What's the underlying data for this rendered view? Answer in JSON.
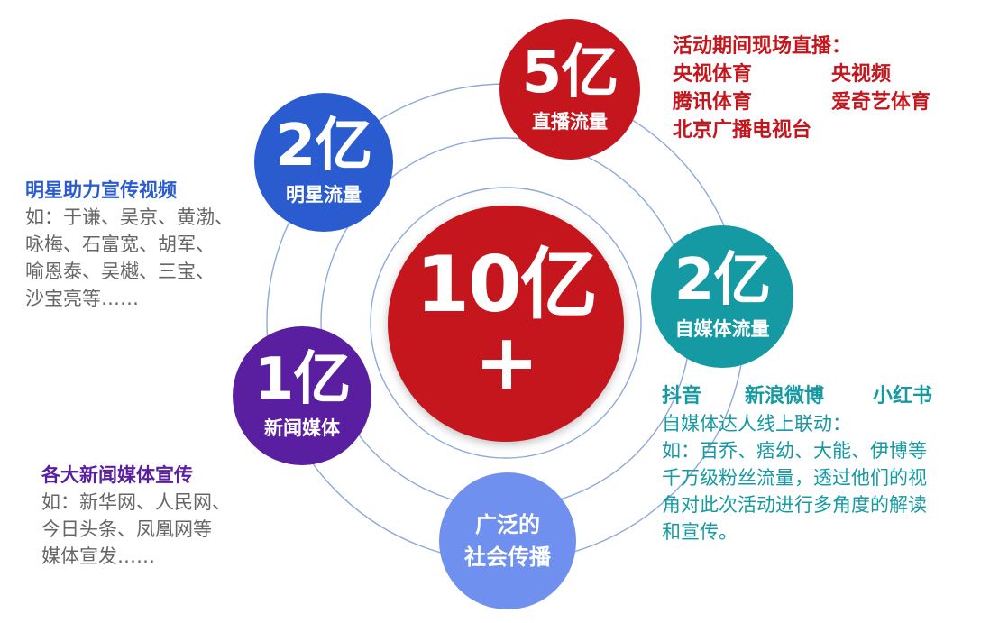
{
  "colors": {
    "red": "#c4161c",
    "blue": "#2b5ccf",
    "teal": "#159aa3",
    "purple": "#5a1fa0",
    "light_blue": "#6f90ef",
    "ring": "#8ea8dd"
  },
  "center": {
    "value": "10亿+"
  },
  "nodes": {
    "live": {
      "value": "5亿",
      "label": "直播流量"
    },
    "star": {
      "value": "2亿",
      "label": "明星流量"
    },
    "self_media": {
      "value": "2亿",
      "label": "自媒体流量"
    },
    "news": {
      "value": "1亿",
      "label": "新闻媒体"
    },
    "social": {
      "label_line1": "广泛的",
      "label_line2": "社会传播"
    }
  },
  "live_block": {
    "heading": "活动期间现场直播：",
    "channels": [
      "央视体育",
      "央视频",
      "腾讯体育",
      "爱奇艺体育",
      "北京广播电视台"
    ]
  },
  "star_block": {
    "heading": "明星助力宣传视频",
    "lines": [
      "如：于谦、吴京、黄渤、",
      "咏梅、石富宽、胡军、",
      "喻恩泰、吴樾、三宝、",
      "沙宝亮等……"
    ]
  },
  "news_block": {
    "heading": "各大新闻媒体宣传",
    "lines": [
      "如：新华网、人民网、",
      "今日头条、凤凰网等",
      "媒体宣发……"
    ]
  },
  "self_block": {
    "platforms": [
      "抖音",
      "新浪微博",
      "小红书"
    ],
    "lines": [
      "自媒体达人线上联动：",
      "如：百乔、痞幼、大能、伊博等",
      "千万级粉丝流量，透过他们的视",
      "角对此次活动进行多角度的解读",
      "和宣传。"
    ]
  }
}
